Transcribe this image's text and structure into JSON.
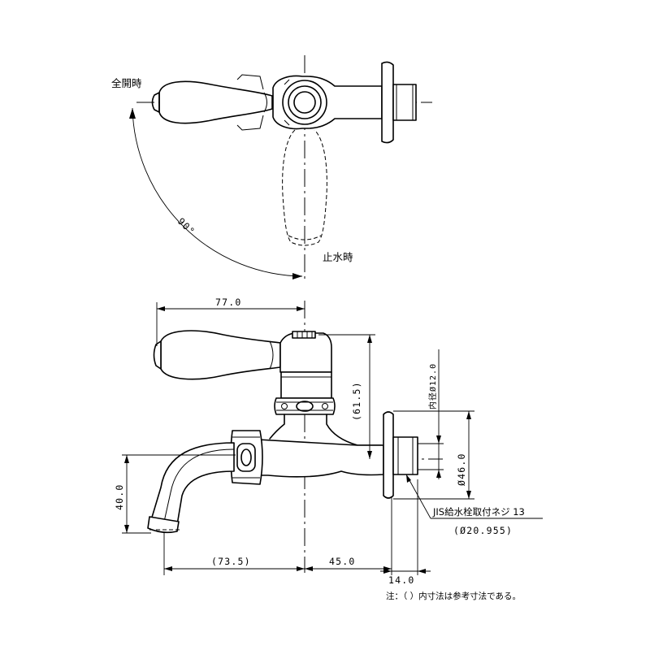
{
  "top_view": {
    "full_open_label": "全開時",
    "stop_label": "止水時",
    "angle_label": "90°"
  },
  "dimensions": {
    "lever_width": "77.0",
    "height_to_lever": "(61.5)",
    "inner_diameter": "内径Ø12.0",
    "flange_diameter": "Ø46.0",
    "spout_drop": "40.0",
    "spout_reach": "(73.5)",
    "body_length": "45.0",
    "thread_length": "14.0"
  },
  "callouts": {
    "thread_spec": "JIS給水栓取付ネジ 13",
    "thread_diameter": "(Ø20.955)"
  },
  "note": "注：（ ）内寸法は参考寸法である。"
}
